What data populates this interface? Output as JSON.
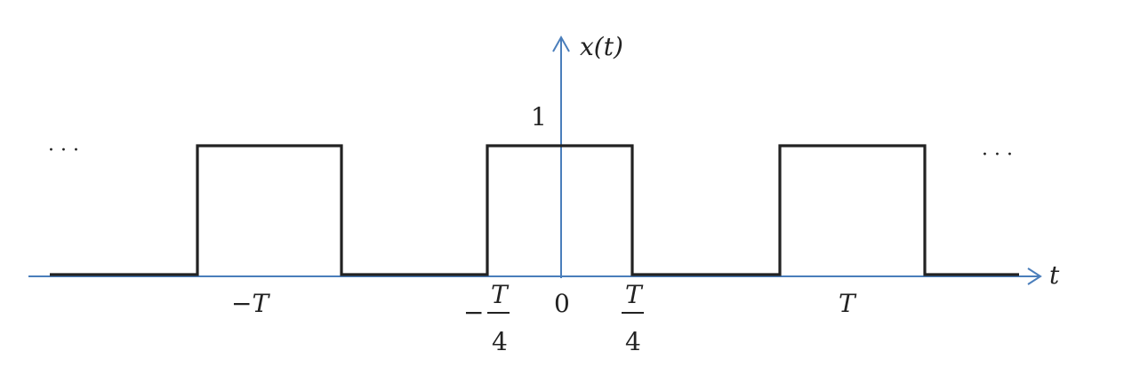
{
  "axis_color": "#4a7ebb",
  "signal_color": "#222222",
  "labels": {
    "y_axis": "x(t)",
    "x_axis": "t",
    "amplitude": "1",
    "ellipsis_left": "· · ·",
    "ellipsis_right": "· · ·"
  },
  "ticks": {
    "neg_T": "−T",
    "neg_T4_sign": "−",
    "neg_T4_num": "T",
    "neg_T4_den": "4",
    "zero": "0",
    "pos_T4_num": "T",
    "pos_T4_den": "4",
    "pos_T": "T"
  }
}
